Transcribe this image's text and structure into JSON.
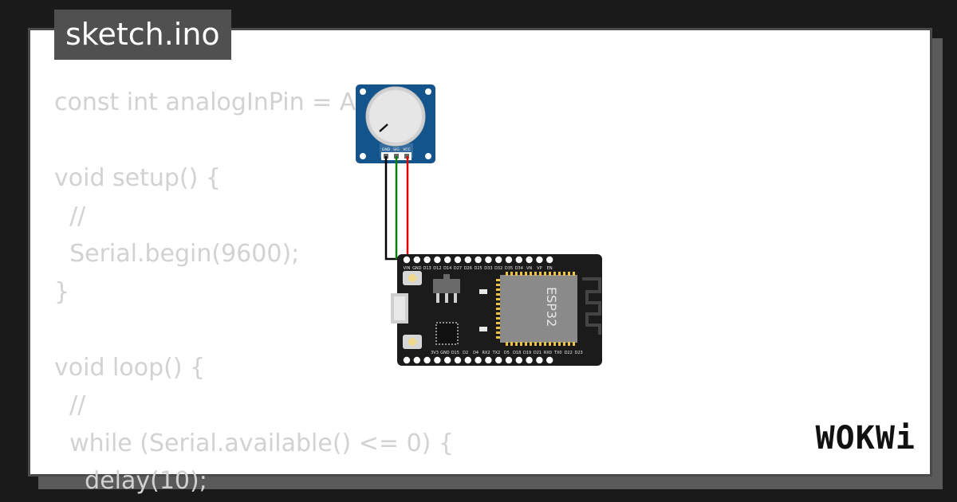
{
  "tab": {
    "filename": "sketch.ino"
  },
  "code_lines": [
    "const int analogInPin = A0;",
    "",
    "void setup() {",
    "  //",
    "  Serial.begin(9600);",
    "}",
    "",
    "void loop() {",
    "  //",
    "  while (Serial.available() <= 0) {",
    "    delay(10);"
  ],
  "potentiometer": {
    "pins": [
      "GND",
      "SIG",
      "VCC"
    ],
    "knob_level": 0.1
  },
  "esp32": {
    "chip_label": "ESP32",
    "top_pins": [
      "VIN",
      "GND",
      "D13",
      "D12",
      "D14",
      "D27",
      "D26",
      "D25",
      "D33",
      "D32",
      "D35",
      "D34",
      "VN",
      "VP",
      "EN"
    ],
    "bottom_pins": [
      "3V3",
      "GND",
      "D15",
      "D2",
      "D4",
      "RX2",
      "TX2",
      "D5",
      "D18",
      "D19",
      "D21",
      "RX0",
      "TX0",
      "D22",
      "D23"
    ]
  },
  "wires": [
    {
      "name": "gnd-wire",
      "color": "#000000"
    },
    {
      "name": "sig-wire",
      "color": "#008000"
    },
    {
      "name": "vcc-wire",
      "color": "#e00000"
    }
  ],
  "brand": {
    "logo_text": "WOKWi"
  },
  "colors": {
    "background": "#1a1a1a",
    "board": "#1b1b1b",
    "pot_board": "#14548c",
    "code_text": "#d2d2d2"
  }
}
